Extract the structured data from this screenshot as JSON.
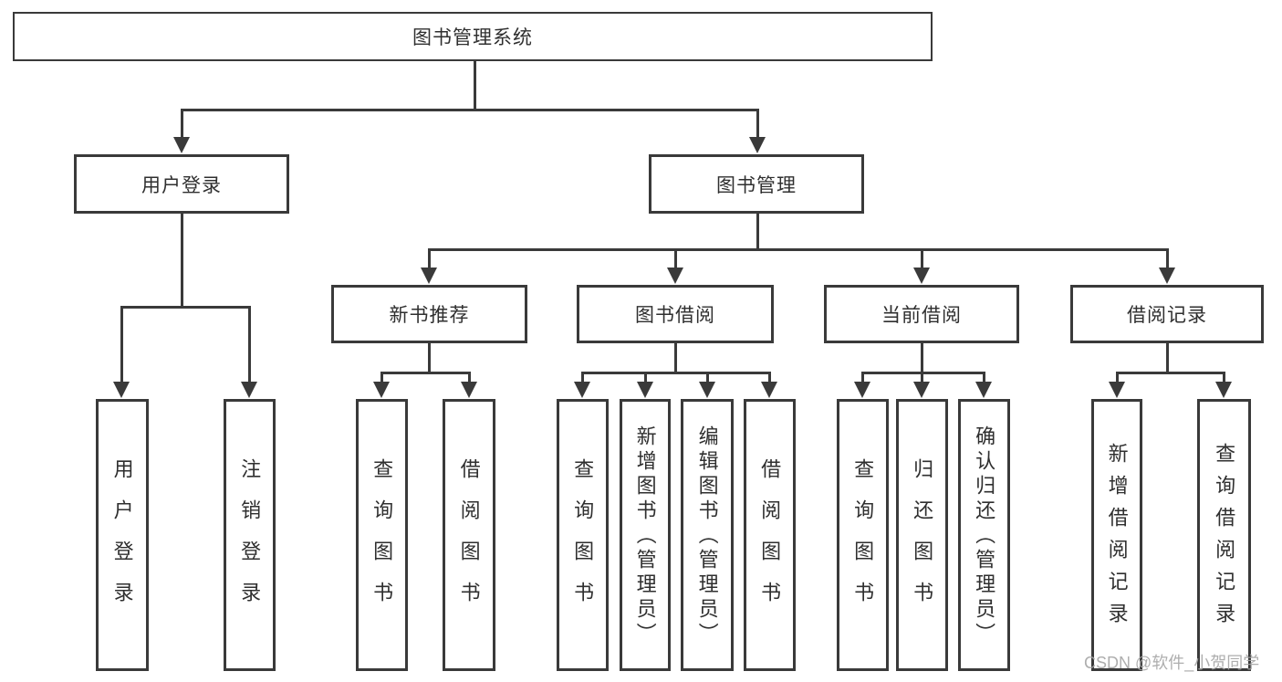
{
  "tree": {
    "label": "图书管理系统",
    "children": [
      {
        "label": "用户登录",
        "children": [
          {
            "label": "用户登录"
          },
          {
            "label": "注销登录"
          }
        ]
      },
      {
        "label": "图书管理",
        "children": [
          {
            "label": "新书推荐",
            "children": [
              {
                "label": "查询图书"
              },
              {
                "label": "借阅图书"
              }
            ]
          },
          {
            "label": "图书借阅",
            "children": [
              {
                "label": "查询图书"
              },
              {
                "label": "新增图书（管理员）"
              },
              {
                "label": "编辑图书（管理员）"
              },
              {
                "label": "借阅图书"
              }
            ]
          },
          {
            "label": "当前借阅",
            "children": [
              {
                "label": "查询图书"
              },
              {
                "label": "归还图书"
              },
              {
                "label": "确认归还（管理员）"
              }
            ]
          },
          {
            "label": "借阅记录",
            "children": [
              {
                "label": "新增借阅记录"
              },
              {
                "label": "查询借阅记录"
              }
            ]
          }
        ]
      }
    ]
  },
  "watermark": {
    "text": "CSDN @软件_小贺同学",
    "color": "#a6a6a6"
  },
  "colors": {
    "line": "#3a3a3a",
    "text": "#2f2f2f",
    "background": "#ffffff"
  }
}
